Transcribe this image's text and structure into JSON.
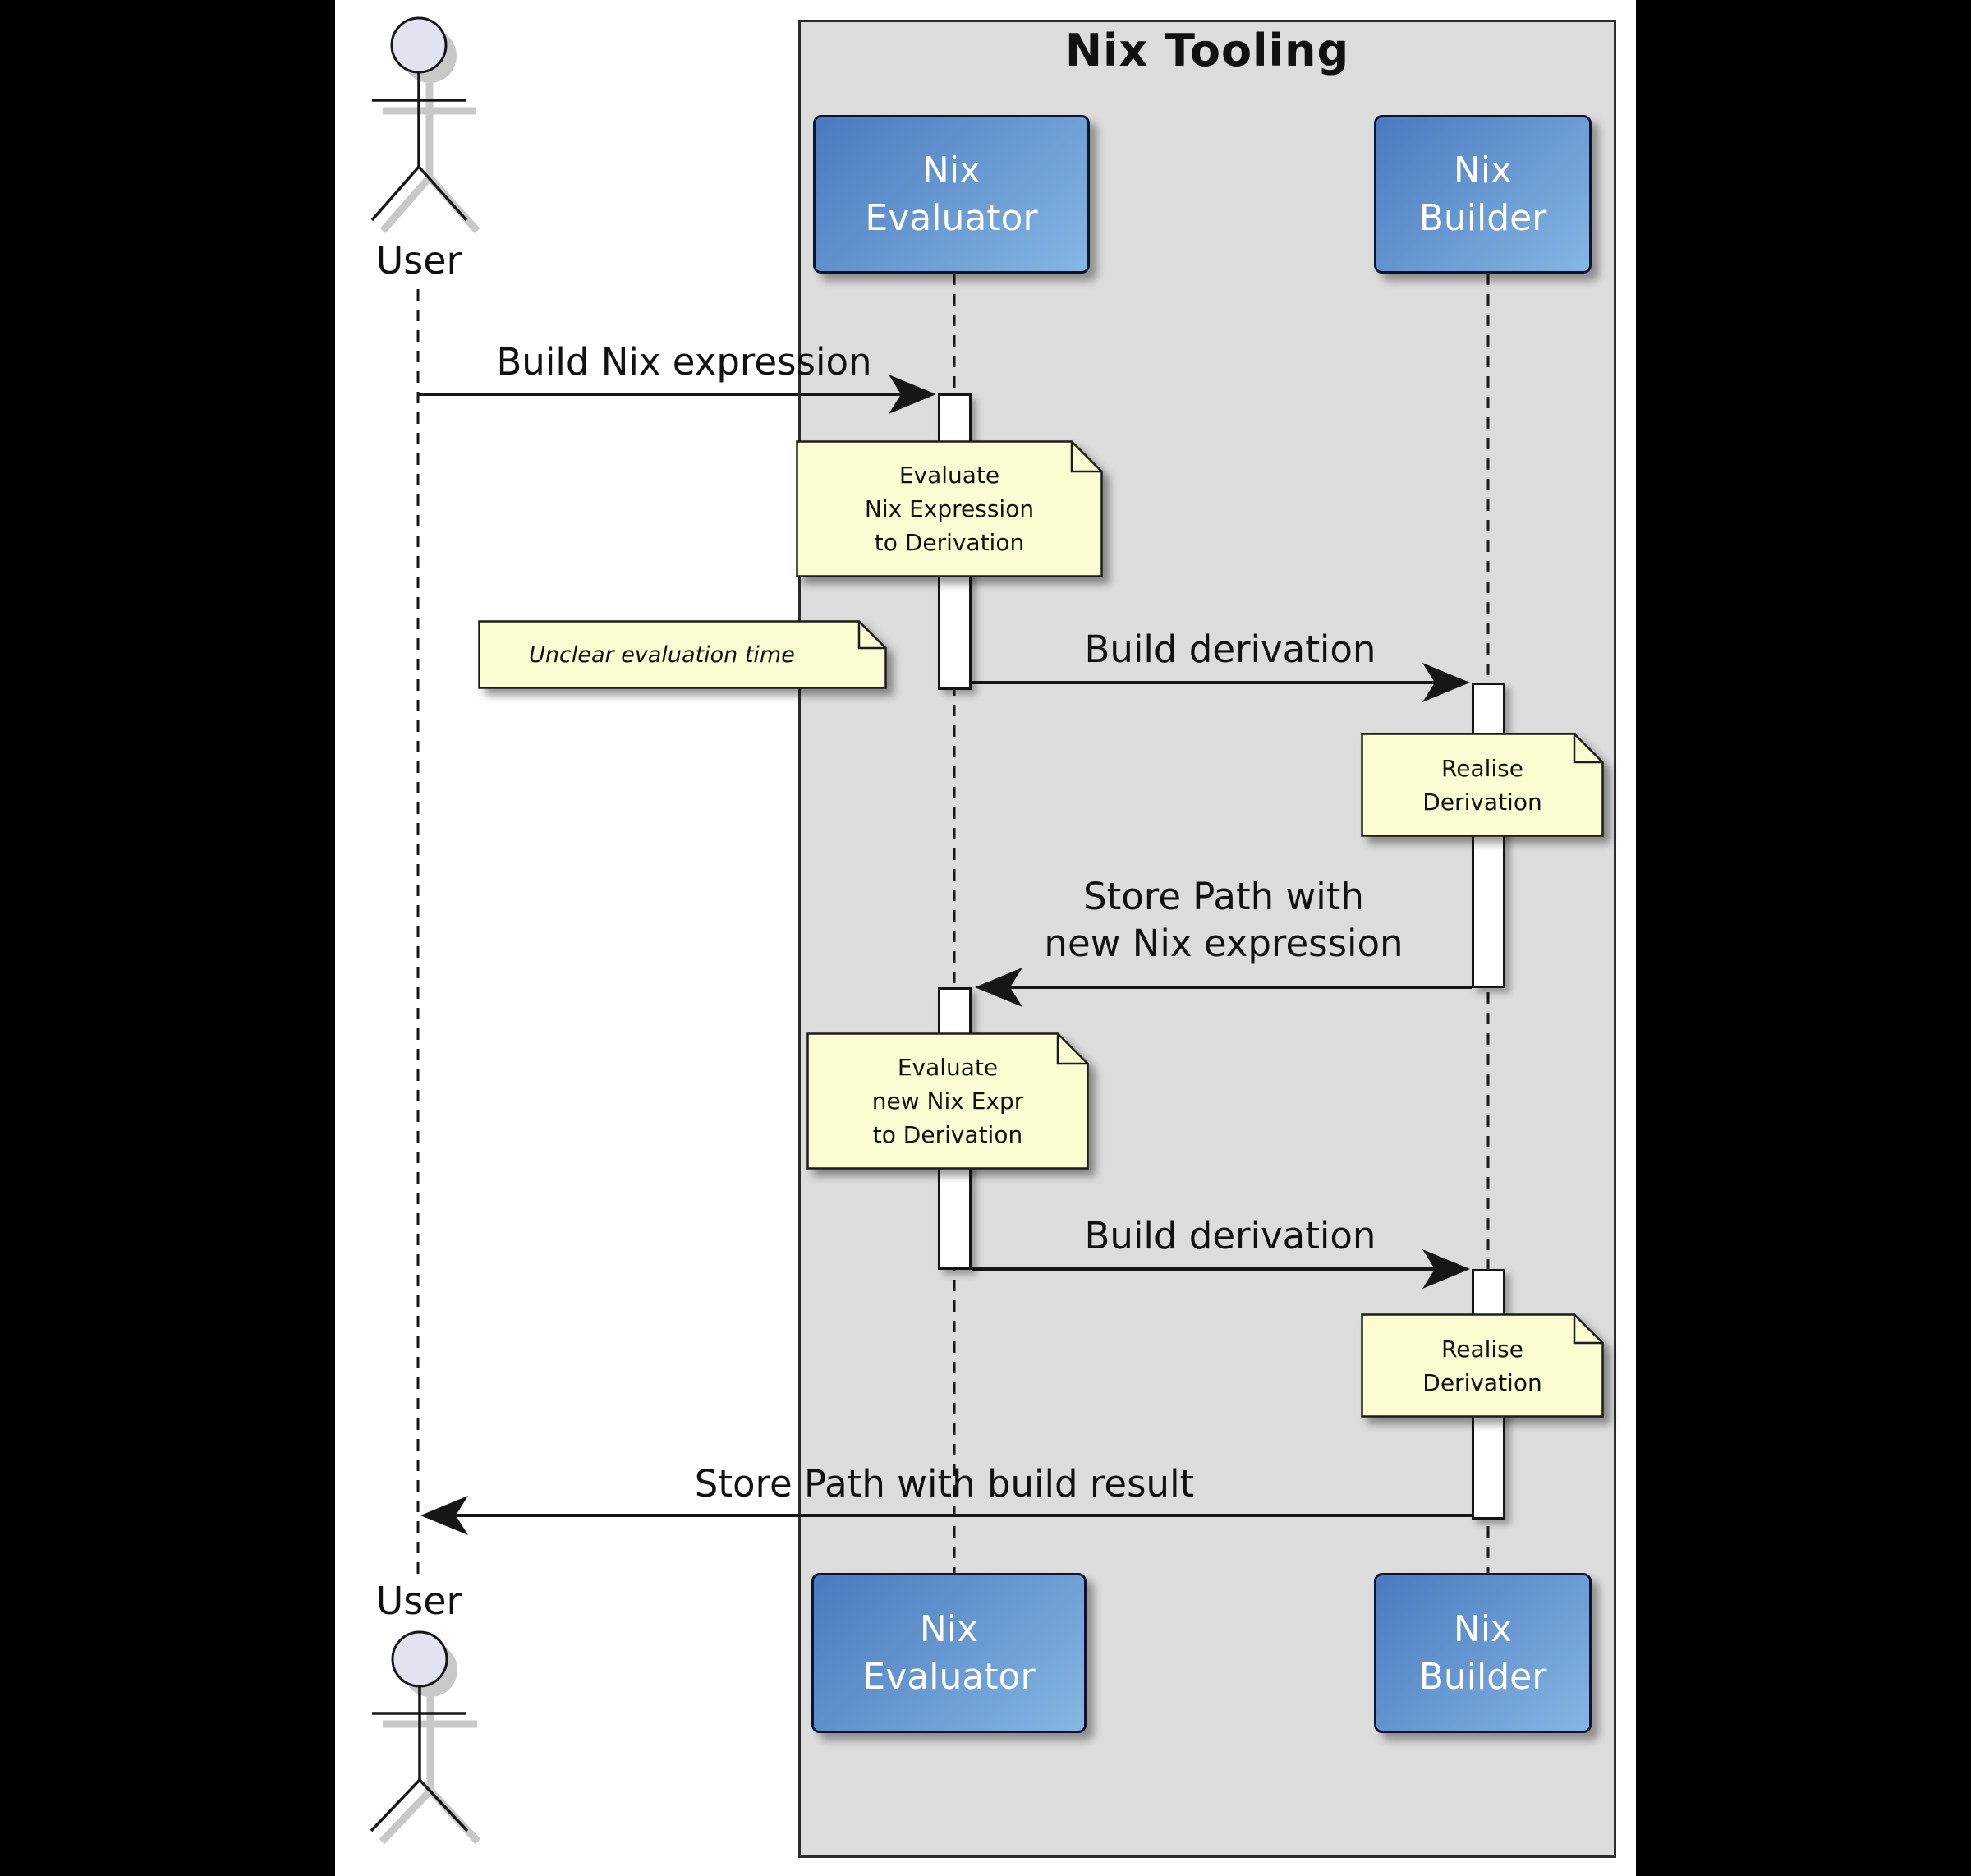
{
  "diagram": {
    "frame": {
      "title": "Nix Tooling"
    },
    "actor": {
      "top_label": "User",
      "bottom_label": "User"
    },
    "participants": {
      "evaluator": {
        "line1": "Nix",
        "line2": "Evaluator"
      },
      "builder": {
        "line1": "Nix",
        "line2": "Builder"
      }
    },
    "messages": [
      {
        "label": "Build Nix expression",
        "from": "User",
        "to": "Nix Evaluator"
      },
      {
        "label": "Build derivation",
        "from": "Nix Evaluator",
        "to": "Nix Builder"
      },
      {
        "lines": [
          "Store Path with",
          "new Nix expression"
        ],
        "from": "Nix Builder",
        "to": "Nix Evaluator"
      },
      {
        "label": "Build derivation",
        "from": "Nix Evaluator",
        "to": "Nix Builder"
      },
      {
        "label": "Store Path with build result",
        "from": "Nix Builder",
        "to": "User"
      }
    ],
    "notes": [
      {
        "lines": [
          "Evaluate",
          "Nix Expression",
          "to Derivation"
        ],
        "over": "Nix Evaluator"
      },
      {
        "lines": [
          "Unclear evaluation time"
        ],
        "style": "italic",
        "left_of": "Nix Evaluator"
      },
      {
        "lines": [
          "Realise",
          "Derivation"
        ],
        "over": "Nix Builder"
      },
      {
        "lines": [
          "Evaluate",
          "new Nix Expr",
          "to Derivation"
        ],
        "over": "Nix Evaluator"
      },
      {
        "lines": [
          "Realise",
          "Derivation"
        ],
        "over": "Nix Builder"
      }
    ],
    "colors": {
      "note-fill": "#fcfcd2",
      "frame-fill": "#dcdcdc",
      "frame-border": "#2b2b2b",
      "participant-grad-start": "#4a7abf",
      "participant-grad-end": "#85b6e3",
      "participant-border": "#0e1430",
      "participant-text": "#ffffff",
      "actor-head-fill": "#e2e2f0",
      "line-color": "#161616",
      "canvas-bg": "#ffffff",
      "page-bg": "#000000"
    }
  }
}
